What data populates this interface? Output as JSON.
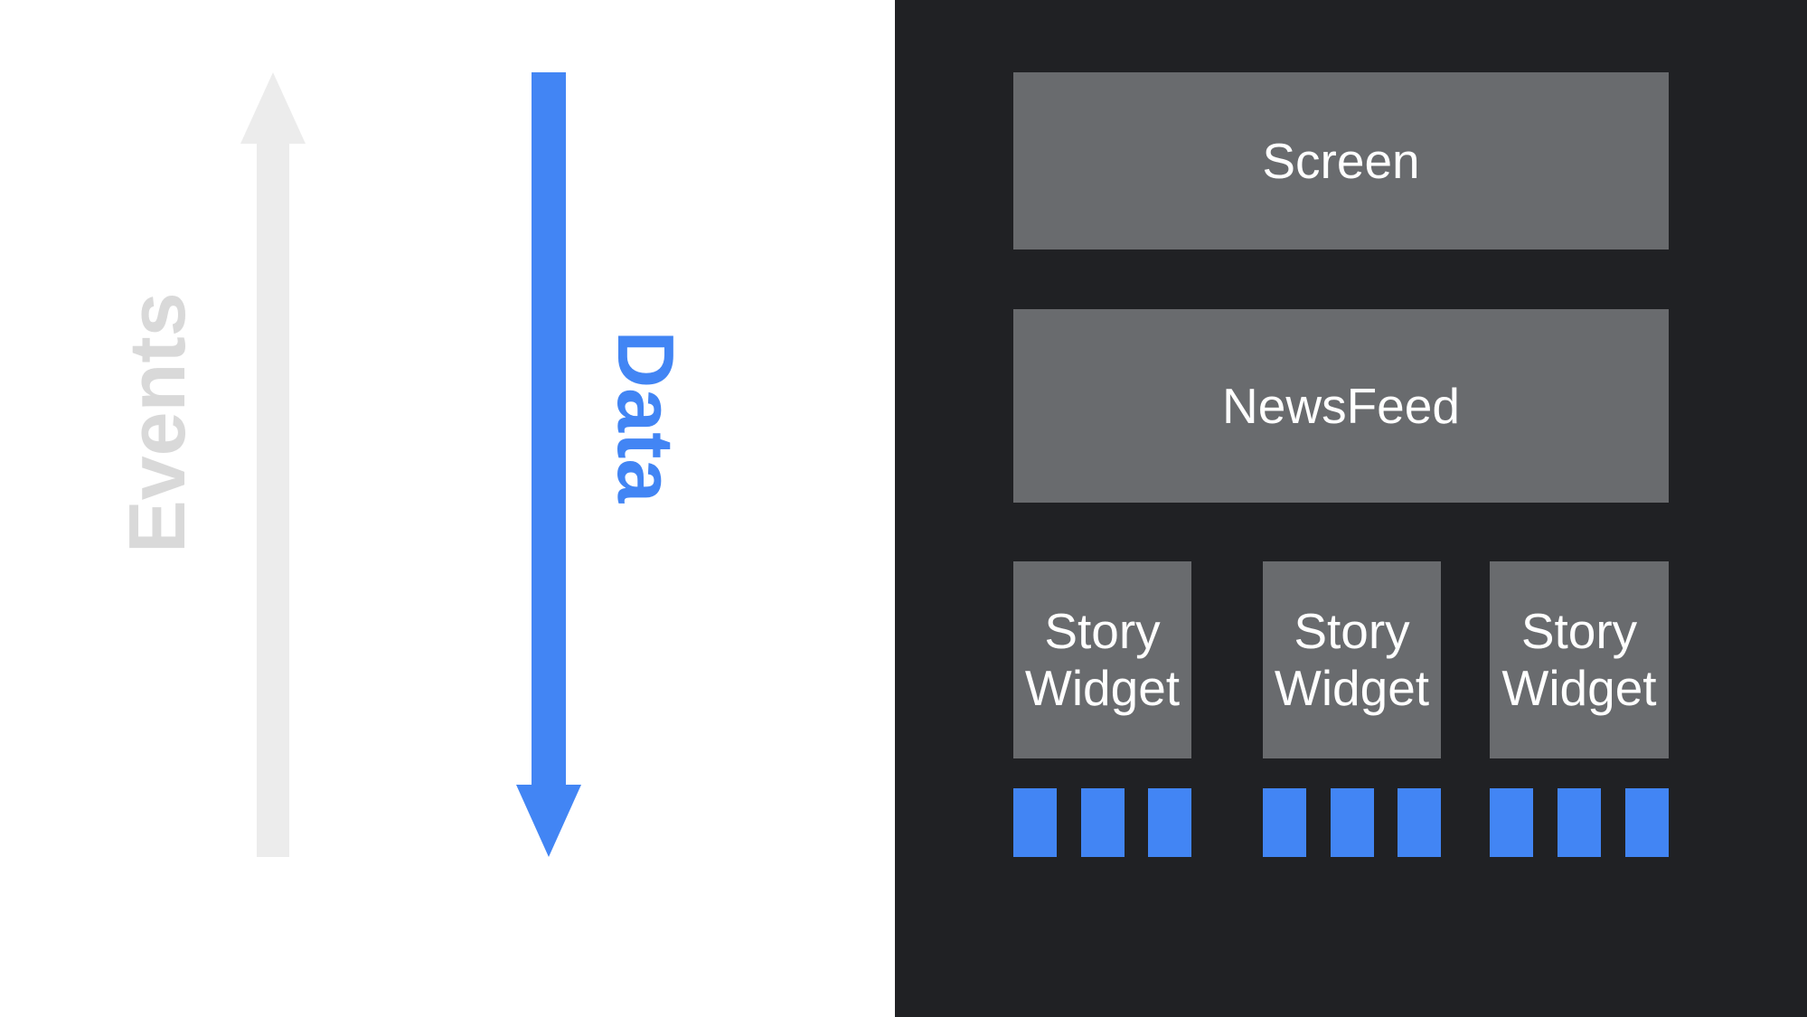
{
  "colors": {
    "left_bg": "#ffffff",
    "right_bg": "#202124",
    "box_gray": "#696b6e",
    "accent_blue": "#4285f4",
    "events_arrow_gray": "#ececec",
    "events_text_gray": "#d9d9d9",
    "label_white": "#ffffff"
  },
  "left_panel": {
    "events_label": "Events",
    "events_arrow_direction": "up",
    "data_label": "Data",
    "data_arrow_direction": "down"
  },
  "right_panel": {
    "screen_label": "Screen",
    "newsfeed_label": "NewsFeed",
    "story_widgets": [
      {
        "lines": [
          "Story",
          "Widget"
        ],
        "data_blocks": 3
      },
      {
        "lines": [
          "Story",
          "Widget"
        ],
        "data_blocks": 3
      },
      {
        "lines": [
          "Story",
          "Widget"
        ],
        "data_blocks": 3
      }
    ]
  }
}
